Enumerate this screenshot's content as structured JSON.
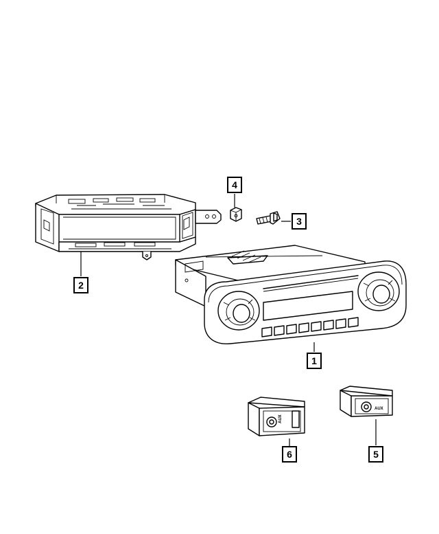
{
  "callouts": [
    {
      "id": "c1",
      "label": "1"
    },
    {
      "id": "c2",
      "label": "2"
    },
    {
      "id": "c3",
      "label": "3"
    },
    {
      "id": "c4",
      "label": "4"
    },
    {
      "id": "c5",
      "label": "5"
    },
    {
      "id": "c6",
      "label": "6"
    }
  ],
  "part_markings": {
    "aux_module_label": "AUX",
    "usb_aux_module_label": "AUX"
  }
}
